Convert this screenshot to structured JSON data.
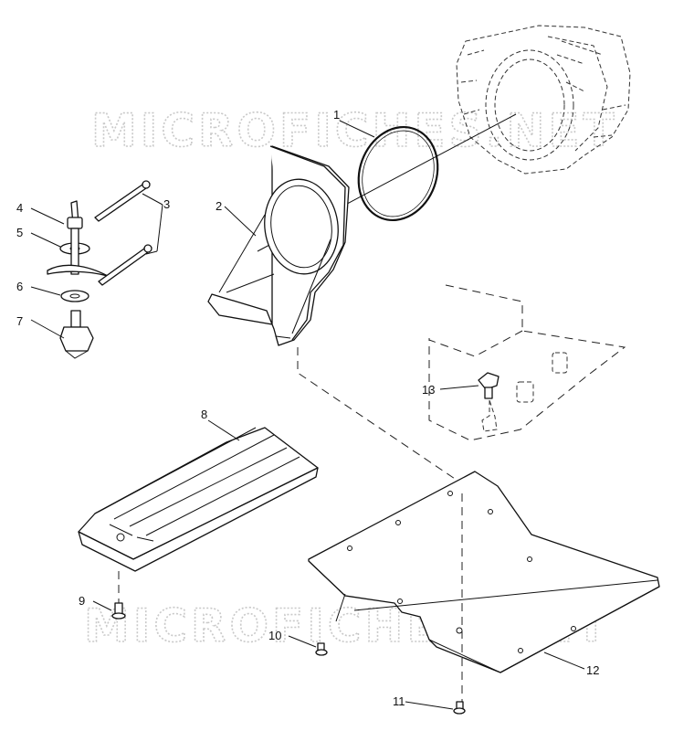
{
  "diagram": {
    "watermark_text": "MICROFICHES.NET",
    "callouts": {
      "p1": "1",
      "p2": "2",
      "p3": "3",
      "p4": "4",
      "p5": "5",
      "p6": "6",
      "p7": "7",
      "p8": "8",
      "p9": "9",
      "p10": "10",
      "p11": "11",
      "p12": "12",
      "p13": "13"
    }
  }
}
